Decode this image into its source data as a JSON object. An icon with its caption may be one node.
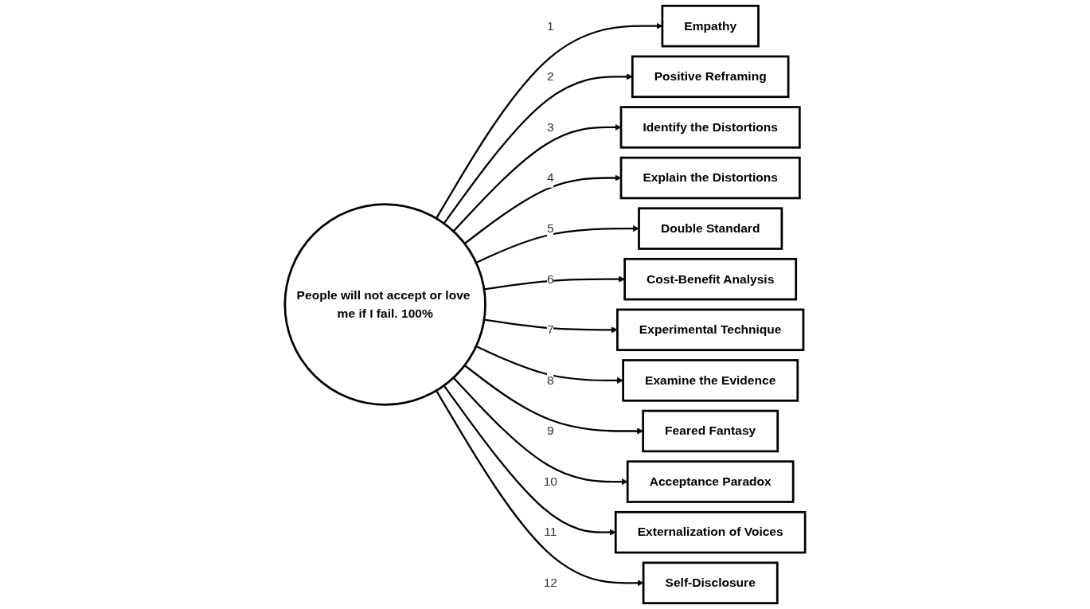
{
  "diagram": {
    "nodes": [
      {
        "text": [
          "People will not accept or love me if I fail. 100%"
        ]
      },
      {
        "text": [
          "Empathy"
        ]
      },
      {
        "text": [
          "Positive Reframing"
        ]
      },
      {
        "text": [
          "Identify the Distortions"
        ]
      },
      {
        "text": [
          "Explain the Distortions"
        ]
      },
      {
        "text": [
          "Double Standard"
        ]
      },
      {
        "text": [
          "Cost-Benefit Analysis"
        ]
      },
      {
        "text": [
          "Experimental Technique"
        ]
      },
      {
        "text": [
          "Examine the Evidence"
        ]
      },
      {
        "text": [
          "Feared Fantasy"
        ]
      },
      {
        "text": [
          "Acceptance Paradox"
        ]
      },
      {
        "text": [
          "Externalization of Voices"
        ]
      },
      {
        "text": [
          "Self-Disclosure"
        ]
      }
    ],
    "edges": [
      {
        "from": 0,
        "to": 1,
        "arrow": "to",
        "label": "1"
      },
      {
        "from": 0,
        "to": 2,
        "arrow": "to",
        "label": "2"
      },
      {
        "from": 0,
        "to": 3,
        "arrow": "to",
        "label": "3"
      },
      {
        "from": 0,
        "to": 4,
        "arrow": "to",
        "label": "4"
      },
      {
        "from": 0,
        "to": 5,
        "arrow": "to",
        "label": "5"
      },
      {
        "from": 0,
        "to": 6,
        "arrow": "to",
        "label": "6"
      },
      {
        "from": 0,
        "to": 7,
        "arrow": "to",
        "label": "7"
      },
      {
        "from": 0,
        "to": 8,
        "arrow": "to",
        "label": "8"
      },
      {
        "from": 0,
        "to": 9,
        "arrow": "to",
        "label": "9"
      },
      {
        "from": 0,
        "to": 10,
        "arrow": "to",
        "label": "10"
      },
      {
        "from": 0,
        "to": 11,
        "arrow": "to",
        "label": "11"
      },
      {
        "from": 0,
        "to": 12,
        "arrow": "to",
        "label": "12"
      }
    ]
  }
}
